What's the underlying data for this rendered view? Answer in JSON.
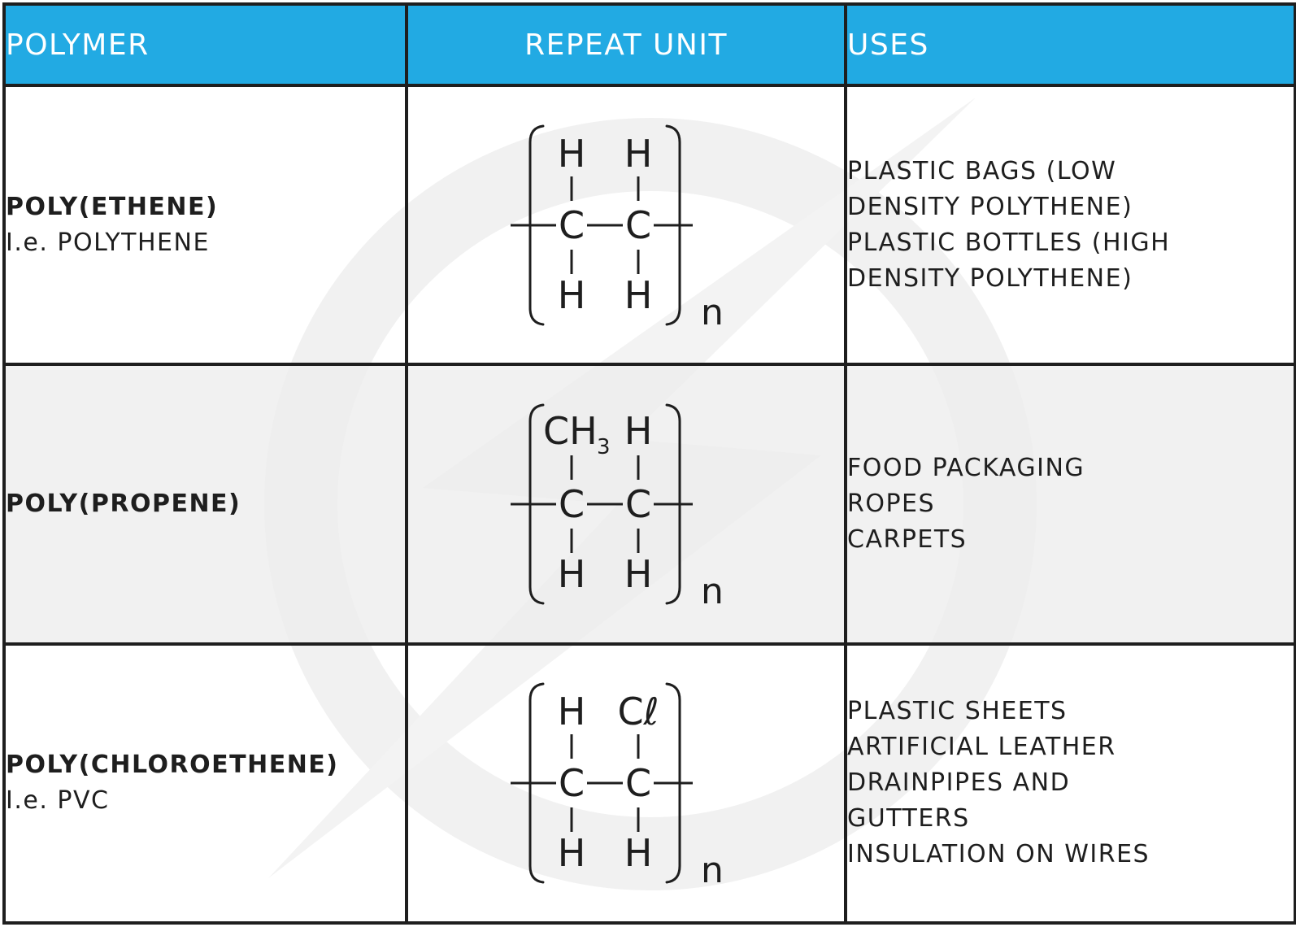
{
  "header": {
    "polymer": "POLYMER",
    "repeat_unit": "REPEAT UNIT",
    "uses": "USES"
  },
  "rows": [
    {
      "name": "POLY(ETHENE)",
      "alt_name": "I.e. POLYTHENE",
      "top_left": "H",
      "top_right": "H",
      "top_right_sub": "",
      "carbon_left": "C",
      "carbon_right": "C",
      "bottom_left": "H",
      "bottom_right": "H",
      "repeat": "n",
      "uses": [
        "PLASTIC BAGS (LOW",
        "DENSITY POLYTHENE)",
        "PLASTIC BOTTLES (HIGH",
        "DENSITY POLYTHENE)"
      ]
    },
    {
      "name": "POLY(PROPENE)",
      "top_left": "CH",
      "top_left_sub": "3",
      "top_right": "H",
      "carbon_left": "C",
      "carbon_right": "C",
      "bottom_left": "H",
      "bottom_right": "H",
      "repeat": "n",
      "uses": [
        "FOOD PACKAGING",
        "ROPES",
        "CARPETS"
      ]
    },
    {
      "name": "POLY(CHLOROETHENE)",
      "alt_name": "I.e. PVC",
      "top_left": "H",
      "top_right": "Cℓ",
      "carbon_left": "C",
      "carbon_right": "C",
      "bottom_left": "H",
      "bottom_right": "H",
      "repeat": "n",
      "uses": [
        "PLASTIC SHEETS",
        "ARTIFICIAL LEATHER",
        "DRAINPIPES AND",
        "GUTTERS",
        "INSULATION ON WIRES"
      ]
    }
  ],
  "colors": {
    "header_bg": "#22aae3",
    "header_text": "#ffffff",
    "grid": "#1e1e1e",
    "shaded_row": "#ececec"
  }
}
